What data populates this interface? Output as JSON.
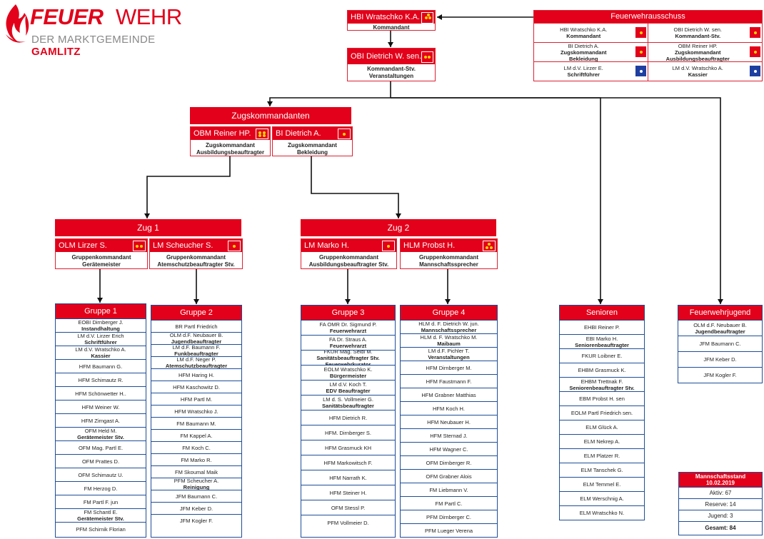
{
  "logo": {
    "feuer": "FEUER",
    "wehr": "WEHR",
    "subtitle": "DER MARKTGEMEINDE",
    "place": "GAMLITZ"
  },
  "commander": {
    "name": "HBI Wratschko K.A.",
    "role": "Kommandant"
  },
  "deputy": {
    "name": "OBI Dietrich W. sen.",
    "role1": "Kommandant-Stv.",
    "role2": "Veranstaltungen"
  },
  "committee": {
    "title": "Feuerwehrausschuss",
    "members": [
      {
        "name": "HBI Wratschko K.A.",
        "role": "Kommandant",
        "rank": "red"
      },
      {
        "name": "OBI Dietrich W. sen.",
        "role": "Kommandant-Stv.",
        "rank": "red"
      },
      {
        "name": "BI Dietrich A.",
        "role": "Zugskommandant\nBekleidung",
        "rank": "red"
      },
      {
        "name": "OBM Reiner HP.",
        "role": "Zugskommandant\nAusbildungsbeauftragter",
        "rank": "red"
      },
      {
        "name": "LM d.V. Lirzer E.",
        "role": "Schriftführer",
        "rank": "blue"
      },
      {
        "name": "LM d.V. Wratschko A.",
        "role": "Kassier",
        "rank": "blue"
      }
    ]
  },
  "zugskommandanten": {
    "title": "Zugskommandanten",
    "left": {
      "name": "OBM Reiner HP.",
      "role1": "Zugskommandant",
      "role2": "Ausbildungsbeauftragter"
    },
    "right": {
      "name": "BI Dietrich A.",
      "role1": "Zugskommandant",
      "role2": "Bekleidung"
    }
  },
  "zug1": {
    "title": "Zug 1",
    "left": {
      "name": "OLM Lirzer S.",
      "role1": "Gruppenkommandant",
      "role2": "Gerätemeister"
    },
    "right": {
      "name": "LM Scheucher S.",
      "role1": "Gruppenkommandant",
      "role2": "Atemschutzbeauftragter Stv."
    }
  },
  "zug2": {
    "title": "Zug 2",
    "left": {
      "name": "LM Marko H.",
      "role1": "Gruppenkommandant",
      "role2": "Ausbildungsbeauftragter Stv."
    },
    "right": {
      "name": "HLM Probst H.",
      "role1": "Gruppenkommandant",
      "role2": "Mannschaftssprecher"
    }
  },
  "groups": [
    {
      "title": "Gruppe 1",
      "rows": [
        [
          "EOBI Dirnberger J.",
          "Instandhaltung"
        ],
        [
          "LM d.V. Lirzer Erich",
          "Schriftführer"
        ],
        [
          "LM d.V. Wratschko A.",
          "Kassier"
        ],
        [
          "HFM Baumann G.",
          ""
        ],
        [
          "HFM Schimautz R.",
          ""
        ],
        [
          "HFM Schönwetter H..",
          ""
        ],
        [
          "HFM Weiner W.",
          ""
        ],
        [
          "HFM Zirngast A.",
          ""
        ],
        [
          "OFM Held M.",
          "Gerätemeister Stv."
        ],
        [
          "OFM Mag. Partl E.",
          ""
        ],
        [
          "OFM Prattes D.",
          ""
        ],
        [
          "OFM Schimautz U.",
          ""
        ],
        [
          "FM Herzog D.",
          ""
        ],
        [
          "FM Partl F. jun",
          ""
        ],
        [
          "FM Schantl E.",
          "Gerätemeister Stv."
        ],
        [
          "PFM Schirnik Florian",
          ""
        ]
      ]
    },
    {
      "title": "Gruppe 2",
      "rows": [
        [
          "BR Partl Friedrich",
          ""
        ],
        [
          "OLM d.F. Neubauer B.",
          "Jugendbeauftragter"
        ],
        [
          "LM d.F. Baumann F.",
          "Funkbeauftragter"
        ],
        [
          "LM d.F. Neger P.",
          "Atemschutzbeauftragter"
        ],
        [
          "HFM Haring H.",
          ""
        ],
        [
          "HFM Kaschowitz D.",
          ""
        ],
        [
          "HFM Partl M.",
          ""
        ],
        [
          "HFM Wratschko J.",
          ""
        ],
        [
          "FM Baumann M.",
          ""
        ],
        [
          "FM Kappel A.",
          ""
        ],
        [
          "FM Koch C.",
          ""
        ],
        [
          "FM Marko R.",
          ""
        ],
        [
          "FM Skoumal Maik",
          ""
        ],
        [
          "PFM Scheucher A.",
          "Reinigung"
        ],
        [
          "JFM Baumann C.",
          ""
        ],
        [
          "JFM Keber D.",
          ""
        ],
        [
          "JFM Kogler F.",
          ""
        ]
      ]
    },
    {
      "title": "Gruppe 3",
      "rows": [
        [
          "FA OMR Dr. Sigmund P.",
          "Feuerwehrarzt"
        ],
        [
          "FA Dr. Straus A.",
          "Feuerwehrarzt"
        ],
        [
          "FKUR Mag. Seidl M.",
          "Sanitätsbeauftragter Stv.",
          "Feuerwehrkurator"
        ],
        [
          "EOLM Wratschko K.",
          "Bürgermeister"
        ],
        [
          "LM d.V. Koch T.",
          "EDV Beauftragter"
        ],
        [
          "LM d. S. Vollmeier G.",
          "Sanitätsbeauftragter"
        ],
        [
          "HFM Dietrich R.",
          ""
        ],
        [
          "HFM. Dirnberger S.",
          ""
        ],
        [
          "HFM Grasmuck KH",
          ""
        ],
        [
          "HFM Markowitsch F.",
          ""
        ],
        [
          "HFM Narrath K.",
          ""
        ],
        [
          "HFM Steiner H.",
          ""
        ],
        [
          "OFM Stessl P.",
          ""
        ],
        [
          "PFM Vollmeier D.",
          ""
        ]
      ]
    },
    {
      "title": "Gruppe 4",
      "rows": [
        [
          "HLM d. F. Dietrich W. jun.",
          "Mannschaftssprecher"
        ],
        [
          "HLM d. F. Wratschko M.",
          "Maibaum"
        ],
        [
          "LM d.F. Pichler T.",
          "Veranstaltungen"
        ],
        [
          "HFM Dirnberger M.",
          ""
        ],
        [
          "HFM Faustmann F.",
          ""
        ],
        [
          "HFM Grabner Matthias",
          ""
        ],
        [
          "HFM Koch H.",
          ""
        ],
        [
          "HFM Neubauer H.",
          ""
        ],
        [
          "HFM Sternad J.",
          ""
        ],
        [
          "HFM Wagner C.",
          ""
        ],
        [
          "OFM Dirnberger R.",
          ""
        ],
        [
          "OFM Grabner Alois",
          ""
        ],
        [
          "FM Liebmann V.",
          ""
        ],
        [
          "FM Partl C.",
          ""
        ],
        [
          "PFM Dirnberger C.",
          ""
        ],
        [
          "PFM Lueger Verena",
          ""
        ]
      ]
    },
    {
      "title": "Senioren",
      "rows": [
        [
          "EHBI Reiner P.",
          ""
        ],
        [
          "EBI Marko H.",
          "Seniorenbeauftragter"
        ],
        [
          "FKUR Loibner E.",
          ""
        ],
        [
          "EHBM Grasmuck K.",
          ""
        ],
        [
          "EHBM Trettnak F.",
          "Seniorenbeauftragter Stv."
        ],
        [
          "EBM Probst H. sen",
          ""
        ],
        [
          "EOLM Partl Friedrich sen.",
          ""
        ],
        [
          "ELM Glück A.",
          ""
        ],
        [
          "ELM Nekrep A.",
          ""
        ],
        [
          "ELM Platzer R.",
          ""
        ],
        [
          "ELM Tanschek G.",
          ""
        ],
        [
          "ELM Temmel E.",
          ""
        ],
        [
          "ELM Werschnig A.",
          ""
        ],
        [
          "ELM Wratschko N.",
          ""
        ]
      ]
    },
    {
      "title": "Feuerwehrjugend",
      "rows": [
        [
          "OLM d.F. Neubauer B.",
          "Jugendbeauftragter"
        ],
        [
          "JFM Baumann C.",
          ""
        ],
        [
          "JFM Keber D.",
          ""
        ],
        [
          "JFM Kogler F.",
          ""
        ]
      ]
    }
  ],
  "status": {
    "title": "Mannschaftsstand",
    "date": "10.02.2019",
    "rows": [
      "Aktiv: 67",
      "Reserve: 14",
      "Jugend: 3"
    ],
    "total": "Gesamt: 84"
  }
}
